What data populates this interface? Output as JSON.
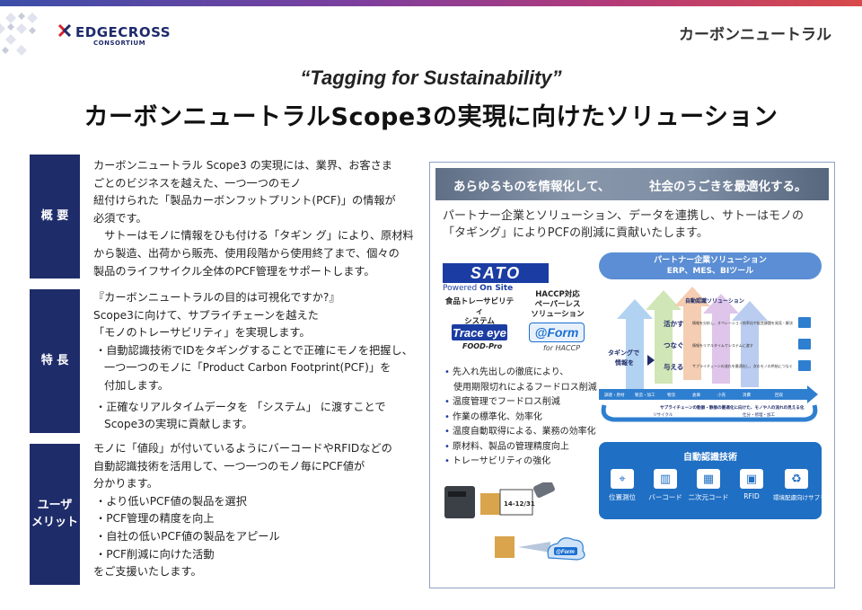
{
  "header": {
    "logo_main": "EDGECROSS",
    "logo_sub": "CONSORTIUM",
    "section_label": "カーボンニュートラル",
    "colors": {
      "navy": "#1f2c6a",
      "accent_blue": "#1f6fc4",
      "brand_blue": "#1b3da3"
    }
  },
  "tagline": "“Tagging for Sustainability”",
  "title": "カーボンニュートラルScope3の実現に向けたソリューション",
  "rows": [
    {
      "label": "概 要",
      "lines": [
        "カーボンニュートラル Scope3 の実現には、業界、お客さま",
        "ごとのビジネスを越えた、一つ一つのモノ",
        "紐付けられた「製品カーボンフットプリント(PCF)」の情報が",
        "必須です。",
        "　サトーはモノに情報をひも付ける「タギン グ」により、原材料",
        "から製造、出荷から販売、使用段階から使用終了まで、個々の",
        "製品のライフサイクル全体のPCF管理をサポートします。"
      ]
    },
    {
      "label": "特 長",
      "lines": [
        "『カーボンニュートラルの目的は可視化ですか?』",
        "Scope3に向けて、サプライチェーンを越えた",
        "「モノのトレーサビリティ」を実現します。"
      ],
      "bullets": [
        [
          "自動認識技術でIDをタギングすることで正確にモノを把握し、",
          "一つ一つのモノに「Product Carbon Footprint(PCF)」を",
          "付加します。"
        ],
        [
          "正確なリアルタイムデータを 「システム」 に渡すことで",
          "Scope3の実現に貢献します。"
        ]
      ]
    },
    {
      "label_lines": [
        "ユーザ",
        "メリット"
      ],
      "lines": [
        "モノに「値段」が付いているようにバーコードやRFIDなどの",
        "自動認識技術を活用して、一つ一つのモノ毎にPCF値が",
        "分かります。"
      ],
      "bullets": [
        "より低いPCF値の製品を選択",
        "PCF管理の精度を向上",
        "自社の低いPCF値の製品をアピール",
        "PCF削減に向けた活動"
      ],
      "closing": "をご支援いたします。"
    }
  ],
  "panel": {
    "banner_left": "あらゆるものを情報化して、",
    "banner_right": "社会のうごきを最適化する。",
    "intro_lines": [
      "パートナー企業とソリューション、データを連携し、サトーはモノの",
      "「タギング」によりPCFの削減に貢献いたします。"
    ],
    "sato_logo": "SATO",
    "powered": "Powered ",
    "powered_bold": "On Site",
    "products": [
      {
        "label_lines": [
          "食品トレーサビリティ",
          "システム"
        ],
        "logo": "Trace eye",
        "sub": "FOOD-Pro"
      },
      {
        "label_lines": [
          "HACCP対応",
          "ペーパーレス",
          "ソリューション"
        ],
        "logo": "@Form",
        "sub": "for HACCP"
      }
    ],
    "features": [
      "先入れ先出しの徹底により、",
      "　使用期限切れによるフードロス削減",
      "温度管理でフードロス削減",
      "作業の標準化、効率化",
      "温度自動取得による、業務の効率化",
      "原材料、製品の管理精度向上",
      "トレーサビリティの強化"
    ],
    "partner_title": "パートナー企業ソリューション",
    "partner_sub": "ERP、MES、BIツール",
    "flow": {
      "left_label_lines": [
        "タギングで",
        "情報を"
      ],
      "actions": [
        "活かす",
        "つなぐ",
        "与える"
      ],
      "solution_title": "自動認識ソリューション",
      "action_notes": [
        "情報を分析し、オペレーション効率化や経営課題を発見・解決",
        "情報をリアルタイムでシステムに渡す",
        "サプライチェーンの流れを最適化し、次のモノの供給につなぐ"
      ],
      "stream_label": "サプライチェーンの動脈・静脈の最適化に向けた、モノや人の流れの見える化",
      "stage_labels": [
        "調達・原材",
        "製造・加工",
        "物流",
        "倉庫",
        "小売",
        "消費",
        "回収"
      ],
      "return_labels": [
        "リサイクル",
        "仕分・修理・加工"
      ]
    },
    "auto_title": "自動認識技術",
    "auto_items": [
      {
        "label": "位置測位",
        "icon": "location-icon",
        "glyph": "⌖"
      },
      {
        "label": "バーコード",
        "icon": "barcode-icon",
        "glyph": "▥"
      },
      {
        "label": "二次元コード",
        "icon": "qr-code-icon",
        "glyph": "▦"
      },
      {
        "label": "RFID",
        "icon": "rfid-icon",
        "glyph": "▣"
      },
      {
        "label": "環境配慮向けサプライ",
        "icon": "eco-supply-icon",
        "glyph": "♻"
      }
    ],
    "device_label": "14-12/31",
    "cloud_label": "@Form"
  }
}
